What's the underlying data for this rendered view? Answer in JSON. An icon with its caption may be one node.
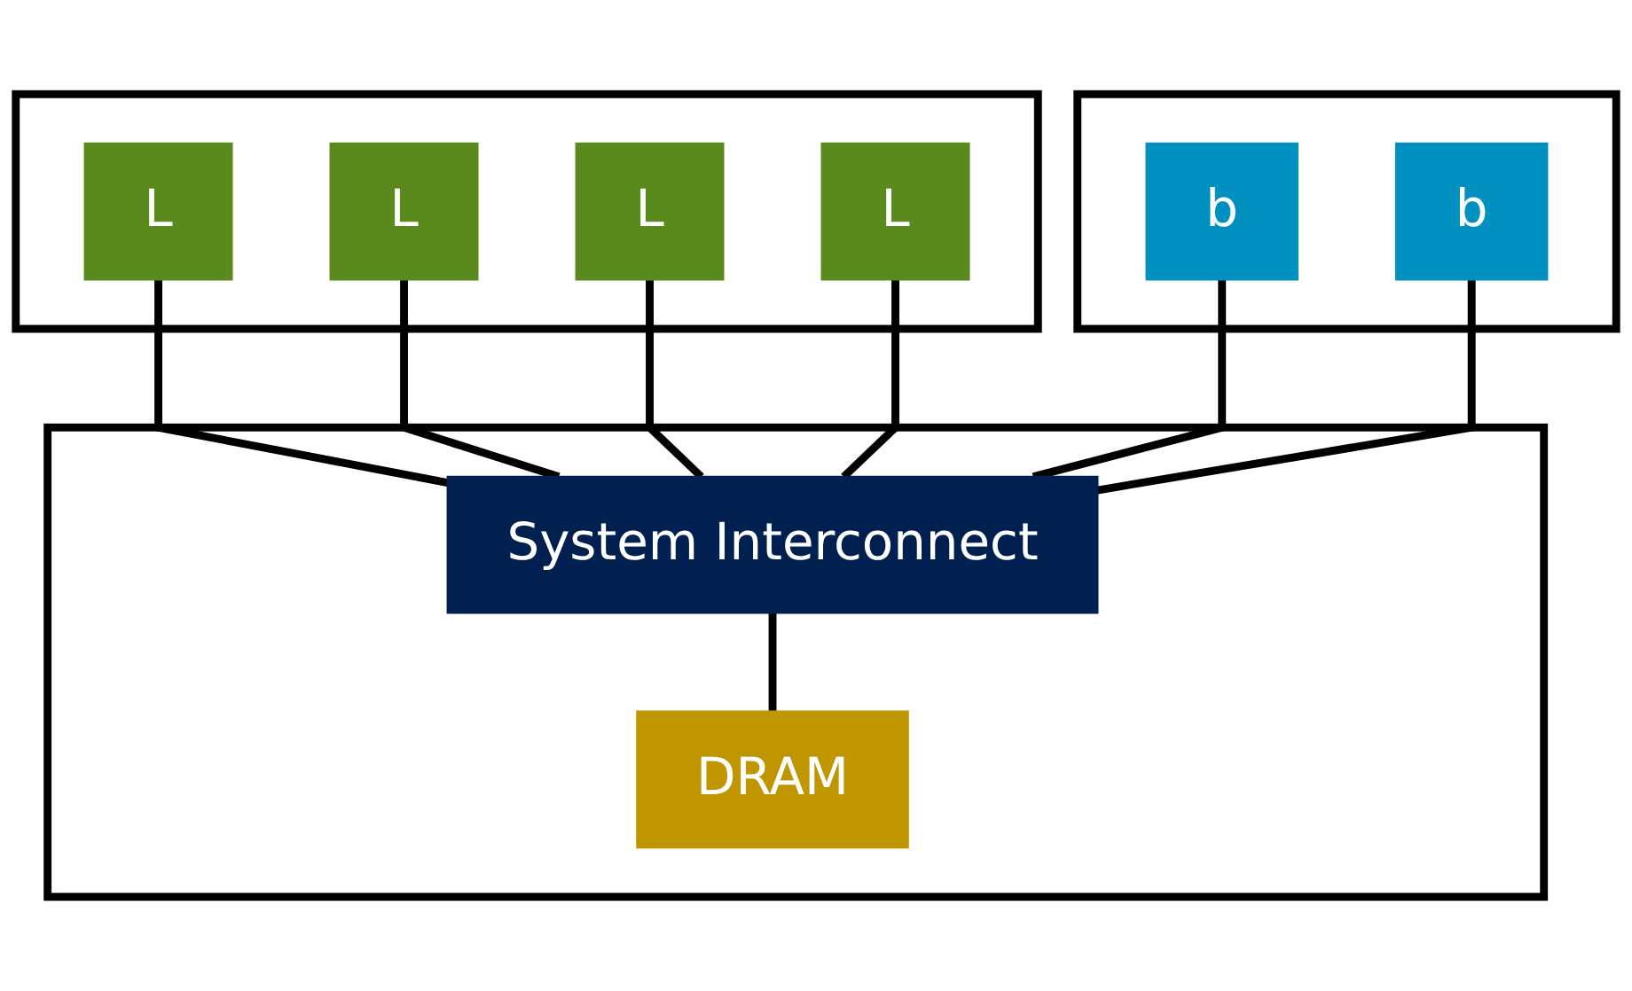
{
  "diagram": {
    "nodes": [
      {
        "text": [],
        "shape": "box"
      },
      {
        "text": [
          "L"
        ],
        "in": 0
      },
      {
        "text": [
          "L"
        ],
        "in": 0
      },
      {
        "text": [
          "L"
        ],
        "in": 0
      },
      {
        "text": [
          "L"
        ],
        "in": 0
      },
      {
        "text": [],
        "shape": "box"
      },
      {
        "text": [
          "b"
        ],
        "in": 5
      },
      {
        "text": [
          "b"
        ],
        "in": 5
      },
      {
        "text": [],
        "shape": "box"
      },
      {
        "text": [
          "System Interconnect"
        ],
        "in": 8
      },
      {
        "text": [
          "DRAM"
        ],
        "in": 8
      }
    ],
    "edges": [
      {
        "from": 1,
        "to": 9,
        "arrow": "none"
      },
      {
        "from": 2,
        "to": 9,
        "arrow": "none"
      },
      {
        "from": 3,
        "to": 9,
        "arrow": "none"
      },
      {
        "from": 4,
        "to": 9,
        "arrow": "none"
      },
      {
        "from": 6,
        "to": 9,
        "arrow": "none"
      },
      {
        "from": 7,
        "to": 9,
        "arrow": "none"
      },
      {
        "from": 9,
        "to": 10,
        "arrow": "none"
      }
    ]
  }
}
